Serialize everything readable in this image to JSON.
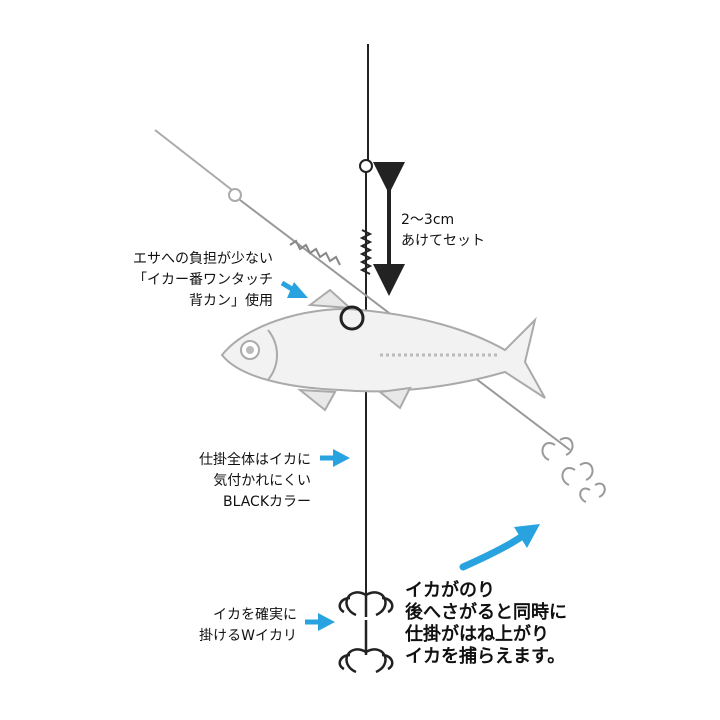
{
  "colors": {
    "accent": "#29a3e0",
    "line": "#222222",
    "fish": "#bbbbbb"
  },
  "labels": {
    "gap": [
      "2～3cm",
      "あけてセット"
    ],
    "kan": [
      "エサへの負担が少ない",
      "「イカー番ワンタッチ",
      "背カン」使用"
    ],
    "black": [
      "仕掛全体はイカに",
      "気付かれにくい",
      "BLACKカラー"
    ],
    "whook": [
      "イカを確実に",
      "掛けるWイカリ"
    ],
    "action": [
      "イカがのり",
      "後へさがると同時に",
      "仕掛がはね上がり",
      "イカを捕らえます。"
    ]
  }
}
